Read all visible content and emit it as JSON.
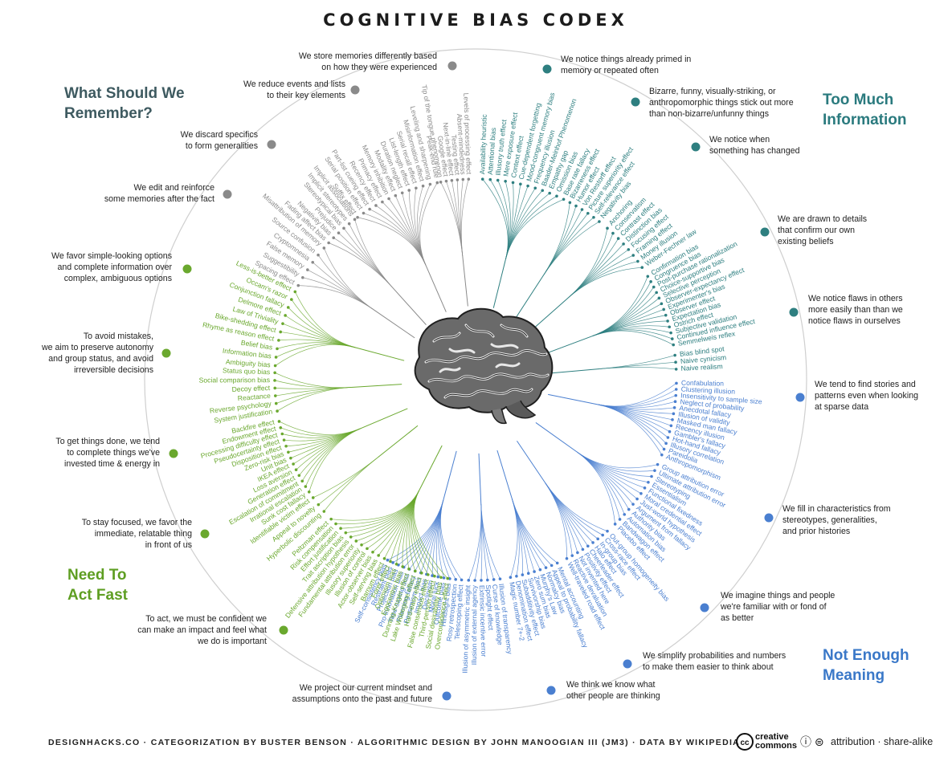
{
  "title": "COGNITIVE BIAS CODEX",
  "quadrants": {
    "remember": {
      "label_lines": [
        "What Should We",
        "Remember?"
      ],
      "color": "#3e5a60"
    },
    "too_much": {
      "label_lines": [
        "Too Much",
        "Information"
      ],
      "color": "#2a7a7e"
    },
    "not_enough": {
      "label_lines": [
        "Not Enough",
        "Meaning"
      ],
      "color": "#3a78c8"
    },
    "act_fast": {
      "label_lines": [
        "Need To",
        "Act Fast"
      ],
      "color": "#5e9e22"
    }
  },
  "colors": {
    "gray": "#8a8a8a",
    "teal": "#2e7f80",
    "blue": "#4a7fd0",
    "green": "#6aa82e",
    "ring": "#cfcfcf",
    "brain": "#5a5a5a"
  },
  "descriptions": [
    {
      "id": "d1",
      "lines": [
        "We store memories differently based",
        "on how they were experienced"
      ],
      "color": "gray"
    },
    {
      "id": "d2",
      "lines": [
        "We reduce events and lists",
        "to their key elements"
      ],
      "color": "gray"
    },
    {
      "id": "d3",
      "lines": [
        "We discard specifics",
        "to form generalities"
      ],
      "color": "gray"
    },
    {
      "id": "d4",
      "lines": [
        "We edit and reinforce",
        "some memories after the fact"
      ],
      "color": "gray"
    },
    {
      "id": "d5",
      "lines": [
        "We notice things already primed in",
        "memory or repeated often"
      ],
      "color": "teal"
    },
    {
      "id": "d6",
      "lines": [
        "Bizarre, funny, visually-striking, or",
        "anthropomorphic things stick out more",
        "than non-bizarre/unfunny things"
      ],
      "color": "teal"
    },
    {
      "id": "d7",
      "lines": [
        "We notice when",
        "something has changed"
      ],
      "color": "teal"
    },
    {
      "id": "d8",
      "lines": [
        "We are drawn to details",
        "that confirm our own",
        "existing beliefs"
      ],
      "color": "teal"
    },
    {
      "id": "d9",
      "lines": [
        "We notice flaws in others",
        "more easily than than we",
        "notice flaws in ourselves"
      ],
      "color": "teal"
    },
    {
      "id": "d10",
      "lines": [
        "We tend to find stories and",
        "patterns even when looking",
        "at sparse data"
      ],
      "color": "blue"
    },
    {
      "id": "d11",
      "lines": [
        "We fill in characteristics from",
        "stereotypes, generalities,",
        "and prior histories"
      ],
      "color": "blue"
    },
    {
      "id": "d12",
      "lines": [
        "We imagine things and people",
        "we're familiar with or fond of",
        "as better"
      ],
      "color": "blue"
    },
    {
      "id": "d13",
      "lines": [
        "We simplify probabilities and numbers",
        "to make them easier to think about"
      ],
      "color": "blue"
    },
    {
      "id": "d14",
      "lines": [
        "We think we know what",
        "other people are thinking"
      ],
      "color": "blue"
    },
    {
      "id": "d15",
      "lines": [
        "We project our current mindset and",
        "assumptions onto the past and future"
      ],
      "color": "blue"
    },
    {
      "id": "d16",
      "lines": [
        "We favor simple-looking options",
        "and complete information over",
        "complex, ambiguous options"
      ],
      "color": "green"
    },
    {
      "id": "d17",
      "lines": [
        "To avoid mistakes,",
        "we aim to preserve autonomy",
        "and group status, and avoid",
        "irreversible decisions"
      ],
      "color": "green"
    },
    {
      "id": "d18",
      "lines": [
        "To get things done, we tend",
        "to complete things we've",
        "invested time & energy in"
      ],
      "color": "green"
    },
    {
      "id": "d19",
      "lines": [
        "To stay focused, we favor the",
        "immediate, relatable thing",
        "in front of us"
      ],
      "color": "green"
    },
    {
      "id": "d20",
      "lines": [
        "To act, we must be confident we",
        "can make an impact and feel what",
        "we do is important"
      ],
      "color": "green"
    }
  ],
  "groups": [
    {
      "id": "g-memory-experienced",
      "color": "gray",
      "biases": [
        "Tip of the tongue phenomenon",
        "Google effect",
        "Next-in-line effect",
        "Testing effect",
        "Absent-mindedness",
        "Levels of processing effect"
      ]
    },
    {
      "id": "g-memory-reduce",
      "color": "gray",
      "biases": [
        "Suffix effect",
        "Serial position effect",
        "Part-list cueing effect",
        "Recency effect",
        "Primacy effect",
        "Memory inhibition",
        "Modality effect",
        "Duration neglect",
        "List-length effect",
        "Serial recall effect",
        "Misinformation effect",
        "Leveling and sharpening",
        "Peak-end rule"
      ]
    },
    {
      "id": "g-memory-generalities",
      "color": "gray",
      "biases": [
        "Fading affect bias",
        "Negativity bias",
        "Prejudice",
        "Stereotypical bias",
        "Implicit stereotypes",
        "Implicit associations"
      ]
    },
    {
      "id": "g-memory-edit",
      "color": "gray",
      "biases": [
        "Spacing effect",
        "Suggestibility",
        "False memory",
        "Cryptomnesia",
        "Source confusion",
        "Misattribution of memory"
      ]
    },
    {
      "id": "g-info-primed",
      "color": "teal",
      "biases": [
        "Availability heuristic",
        "Attentional bias",
        "Illusory truth effect",
        "Mere exposure effect",
        "Context effect",
        "Cue-dependent forgetting",
        "Mood-congruent memory bias",
        "Frequency illusion",
        "Baader-Meinhof Phenomenon",
        "Empathy gap",
        "Omission bias",
        "Base rate fallacy"
      ]
    },
    {
      "id": "g-info-bizarre",
      "color": "teal",
      "biases": [
        "Bizarreness effect",
        "Humor effect",
        "Von Restorff effect",
        "Picture superiority effect",
        "Self-relevance effect",
        "Negativity bias"
      ]
    },
    {
      "id": "g-info-changed",
      "color": "teal",
      "biases": [
        "Anchoring",
        "Conservatism",
        "Contrast effect",
        "Distinction bias",
        "Focusing effect",
        "Framing effect",
        "Money illusion",
        "Weber-Fechner law"
      ]
    },
    {
      "id": "g-info-confirm",
      "color": "teal",
      "biases": [
        "Confirmation bias",
        "Congruence bias",
        "Post-purchase rationalization",
        "Choice-supportive bias",
        "Selective perception",
        "Observer-expectancy effect",
        "Experimenter's bias",
        "Observer effect",
        "Expectation bias",
        "Ostrich effect",
        "Subjective validation",
        "Continued influence effect",
        "Semmelweis reflex"
      ]
    },
    {
      "id": "g-info-flaws",
      "color": "teal",
      "biases": [
        "Bias blind spot",
        "Naive cynicism",
        "Naive realism"
      ]
    },
    {
      "id": "g-meaning-stories",
      "color": "blue",
      "biases": [
        "Confabulation",
        "Clustering illusion",
        "Insensitivity to sample size",
        "Neglect of probability",
        "Anecdotal fallacy",
        "Illusion of validity",
        "Masked man fallacy",
        "Recency illusion",
        "Gambler's fallacy",
        "Hot-hand fallacy",
        "Illusory correlation",
        "Pareidolia",
        "Anthropomorphism"
      ]
    },
    {
      "id": "g-meaning-stereotypes",
      "color": "blue",
      "biases": [
        "Group attribution error",
        "Ultimate attribution error",
        "Stereotyping",
        "Essentialism",
        "Functional fixedness",
        "Moral credential effect",
        "Just-world hypothesis",
        "Argument from fallacy",
        "Authority bias",
        "Automation bias",
        "Bandwagon effect",
        "Placebo effect"
      ]
    },
    {
      "id": "g-meaning-familiar",
      "color": "blue",
      "biases": [
        "Out-group homogeneity bias",
        "Cross-race effect",
        "In-group bias",
        "Halo effect",
        "Cheerleader effect",
        "Positivity effect",
        "Not invented here",
        "Reactive devaluation",
        "Well-traveled road effect"
      ]
    },
    {
      "id": "g-meaning-probabilities",
      "color": "blue",
      "biases": [
        "Mental accounting",
        "Appeal to probability fallacy",
        "Normalcy bias",
        "Murphy's Law",
        "Zero sum bias",
        "Survivorship bias",
        "Subadditivity effect",
        "Denomination effect",
        "Magic number 7+-2"
      ]
    },
    {
      "id": "g-meaning-others",
      "color": "blue",
      "biases": [
        "Illusion of transparency",
        "Curse of knowledge",
        "Spotlight effect",
        "Extrinsic incentive error",
        "Illusion of external agency",
        "Illusion of asymmetric insight"
      ]
    },
    {
      "id": "g-meaning-project",
      "color": "blue",
      "biases": [
        "Telescoping effect",
        "Rosy retrospection",
        "Hindsight bias",
        "Outcome bias",
        "Moral luck",
        "Declinism",
        "Impact bias",
        "Pessimism bias",
        "Planning fallacy",
        "Time-saving bias",
        "Pro-innovation bias",
        "Projection bias",
        "Restraint bias",
        "Self-consistency bias"
      ]
    },
    {
      "id": "g-act-simple",
      "color": "green",
      "biases": [
        "Less-is-better effect",
        "Occam's razor",
        "Conjunction fallacy",
        "Delmore effect",
        "Law of Triviality",
        "Bike-shedding effect",
        "Rhyme as reason effect",
        "Belief bias",
        "Information bias",
        "Ambiguity bias"
      ]
    },
    {
      "id": "g-act-autonomy",
      "color": "green",
      "biases": [
        "Status quo bias",
        "Social comparison bias",
        "Decoy effect",
        "Reactance",
        "Reverse psychology",
        "System justification"
      ]
    },
    {
      "id": "g-act-complete",
      "color": "green",
      "biases": [
        "Backfire effect",
        "Endowment effect",
        "Processing difficulty effect",
        "Pseudocertainty effect",
        "Disposition effect",
        "Zero-risk bias",
        "Unit bias",
        "IKEA effect",
        "Loss aversion",
        "Generation effect",
        "Escalation of commitment",
        "Irrational escalation",
        "Sunk cost fallacy"
      ]
    },
    {
      "id": "g-act-immediate",
      "color": "green",
      "biases": [
        "Identifiable victim effect",
        "Appeal to novelty",
        "Hyperbolic discounting"
      ]
    },
    {
      "id": "g-act-confident",
      "color": "green",
      "biases": [
        "Peltzman effect",
        "Risk compensation",
        "Effort justification",
        "Trait ascription bias",
        "Defensive attribution hypothesis",
        "Fundamental attribution error",
        "Illusory superiority",
        "Illusion of control",
        "Actor-observer bias",
        "Self-serving bias",
        "Barnum effect",
        "Forer effect",
        "Optimism bias",
        "Egocentric bias",
        "Dunning-Kruger effect",
        "Lake Wobegone effect",
        "Hard-easy effect",
        "False consensus effect",
        "Third-person effect",
        "Social desirability bias",
        "Overconfidence effect"
      ]
    }
  ],
  "footer": {
    "credits": "DESIGNHACKS.CO · CATEGORIZATION BY BUSTER BENSON  ·  ALGORITHMIC DESIGN BY JOHN MANOOGIAN III (JM3)  ·  DATA BY WIKIPEDIA",
    "cc_badge": "cc",
    "cc_text_top": "creative",
    "cc_text_bottom": "commons",
    "license_icons": "ⓘ ⊜",
    "license_text": "attribution · share-alike"
  }
}
